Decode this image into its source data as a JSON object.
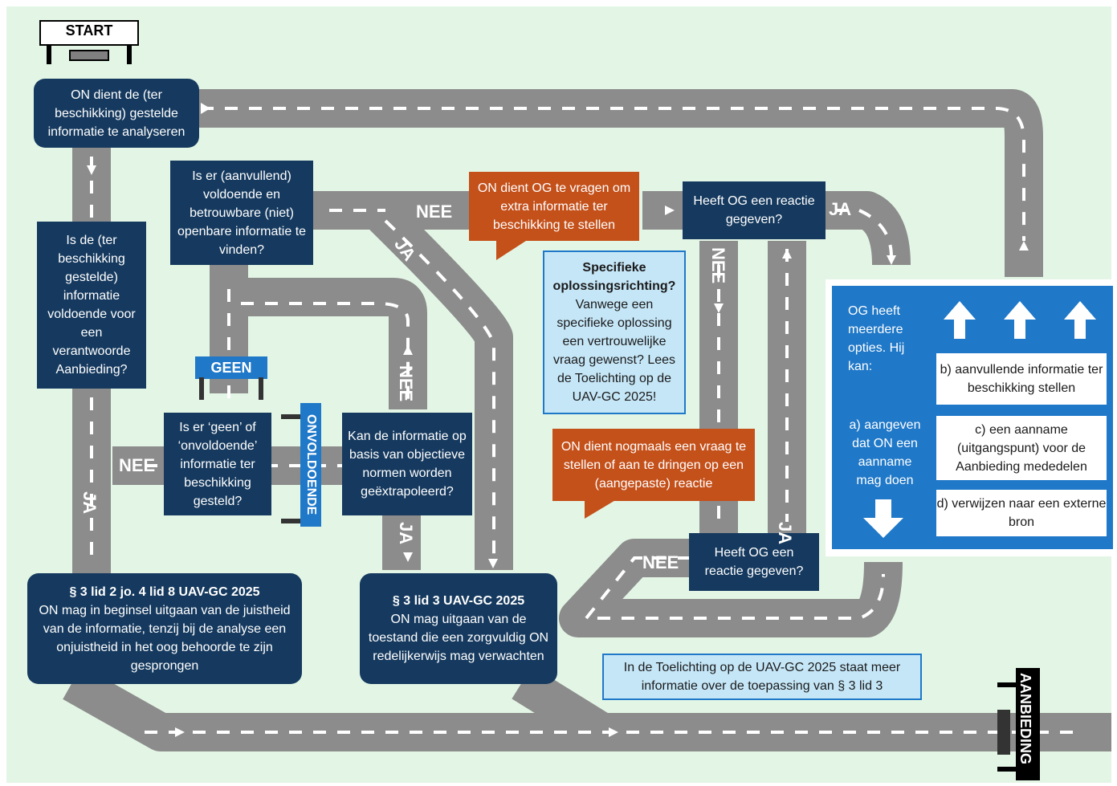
{
  "start_label": "START",
  "finish_label": "AANBIEDING",
  "boxes": {
    "analyse": "ON dient de (ter beschikking) gestelde informatie te analyseren",
    "voldoende": "Is de (ter beschikking gestelde) informatie voldoende voor een verantwoorde Aanbieding?",
    "aanvullend": "Is er (aanvullend) voldoende en betrouwbare (niet) openbare informatie te vinden?",
    "geen_onvoldoende": "Is er ‘geen’ of ‘onvoldoende’ informatie ter beschikking gesteld?",
    "extrapoleren": "Kan de informatie op basis van objectieve normen worden geëxtrapoleerd?",
    "vragen": "ON dient OG te vragen om extra informatie ter beschikking te stellen",
    "reactie1": "Heeft OG een reactie gegeven?",
    "nogmaals": "ON dient nogmaals een vraag te stellen of aan te dringen op een (aangepaste) reactie",
    "reactie2": "Heeft OG een reactie gegeven?",
    "specifiek_title": "Specifieke oplossingsrichting?",
    "specifiek_body": "Vanwege een specifieke oplossing een vertrouwelijke vraag gewenst? Lees de Toelichting op de UAV-GC 2025!",
    "lid2_title": "§ 3 lid 2 jo. 4 lid 8 UAV-GC 2025",
    "lid2_body": "ON mag in beginsel uitgaan van de juistheid van de informatie, tenzij bij de analyse een onjuistheid in het oog behoorde te zijn gesprongen",
    "lid3_title": "§ 3 lid 3 UAV-GC 2025",
    "lid3_body": "ON mag uitgaan van de toestand die een zorgvuldig ON redelijkerwijs mag verwachten",
    "toelichting": "In de Toelichting op de UAV-GC 2025 staat meer informatie over de toepassing van § 3 lid 3"
  },
  "road_labels": {
    "nee_top": "NEE",
    "ja_diag": "JA",
    "ja_top": "JA",
    "nee_reactie1": "NEE",
    "ja_reactie2": "JA",
    "nee_reactie2": "NEE",
    "nee_left": "NEE",
    "ja_left": "JA",
    "nee_extrapoleer": "NEE",
    "ja_extrapoleer": "JA",
    "geen": "GEEN",
    "onvoldoende": "ONVOLDOENDE"
  },
  "options": {
    "intro": "OG heeft meerdere opties. Hij kan:",
    "a": "a) aangeven dat ON een aanname mag doen",
    "b": "b) aanvullende informatie ter beschikking stellen",
    "c": "c) een aanname (uitgangspunt) voor de Aanbieding mededelen",
    "d": "d) verwijzen naar een externe bron"
  },
  "colors": {
    "background": "#e3f6e5",
    "road": "#8c8c8c",
    "dark_box": "#163a5f",
    "orange_box": "#c4501a",
    "light_box": "#c5e6f7",
    "sign_blue": "#1f78c8"
  }
}
